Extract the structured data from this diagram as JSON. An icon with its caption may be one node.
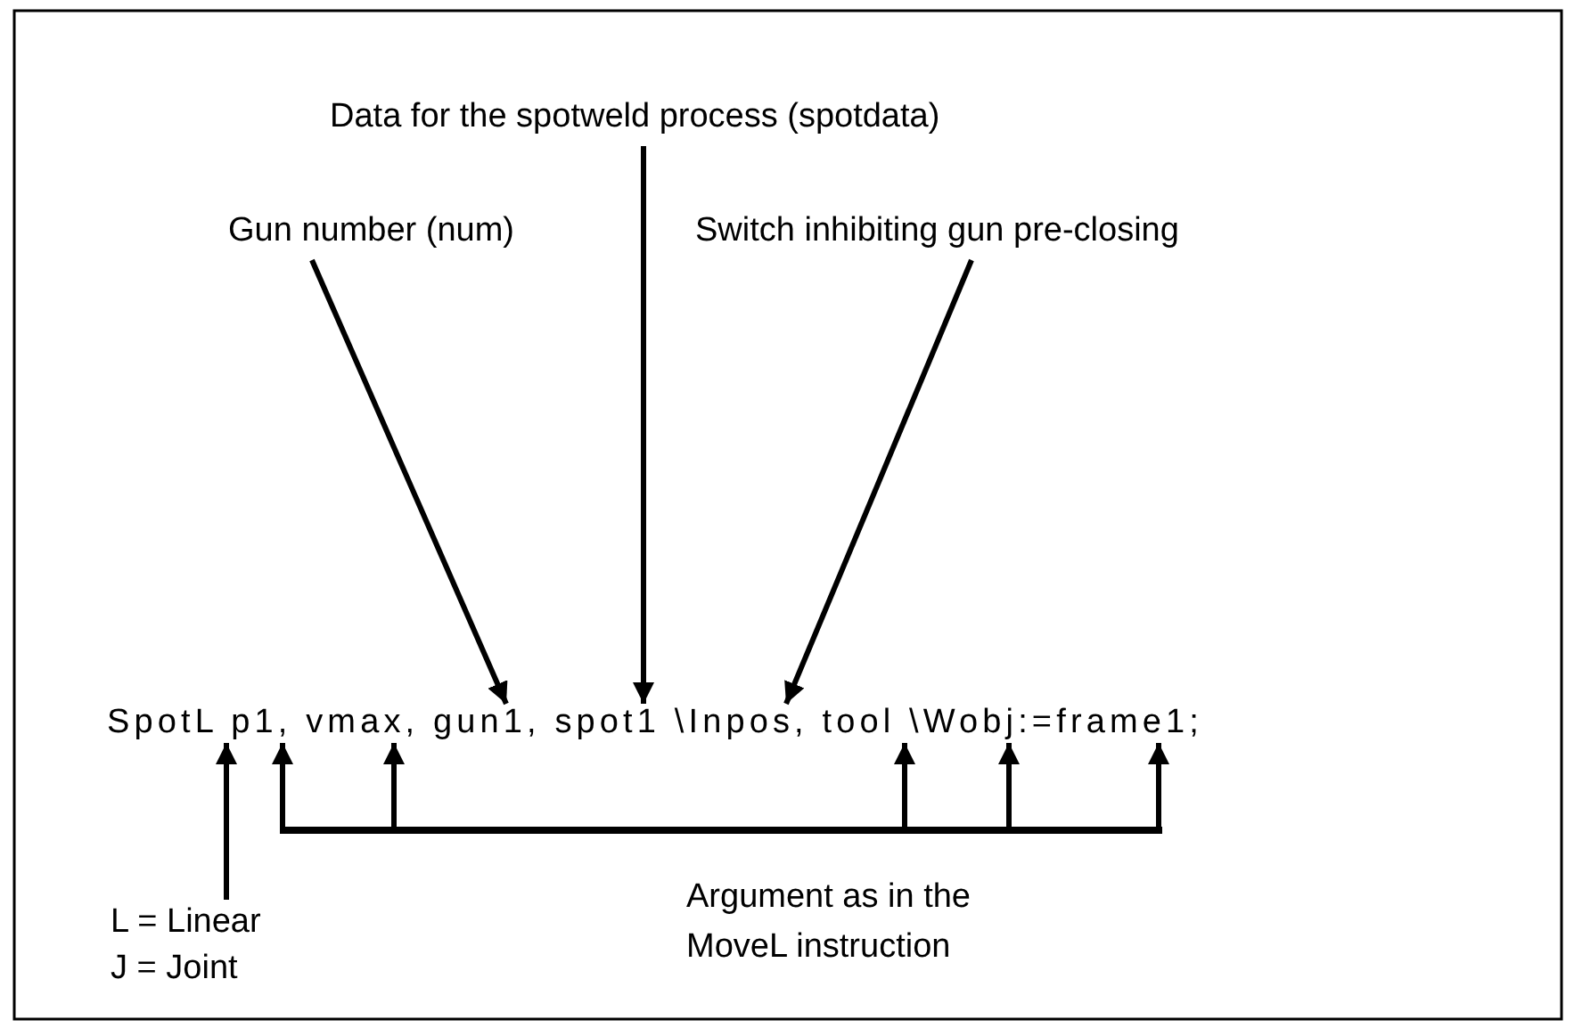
{
  "diagram": {
    "nodes": [
      {
        "text": [
          "Data for the spotweld process (spotdata)"
        ]
      },
      {
        "text": [
          "Gun number (num)"
        ]
      },
      {
        "text": [
          "Switch inhibiting gun pre-closing"
        ]
      },
      {
        "text": [
          "SpotL p1, vmax, gun1, spot1 \\Inpos, tool \\Wobj:=frame1;"
        ]
      },
      {
        "text": [
          "L = Linear",
          "J = Joint"
        ]
      },
      {
        "text": [],
        "shape": "bar",
        "beside": [
          "Argument as in the MoveL instruction"
        ]
      }
    ],
    "edges": [
      {
        "from": 1,
        "to": 3,
        "arrow": "to"
      },
      {
        "from": 0,
        "to": 3,
        "arrow": "to"
      },
      {
        "from": 2,
        "to": 3,
        "arrow": "to"
      },
      {
        "from": 4,
        "to": 3,
        "arrow": "to"
      },
      {
        "from": 5,
        "to": 3,
        "arrow": "to"
      },
      {
        "from": 5,
        "to": 3,
        "arrow": "to"
      },
      {
        "from": 5,
        "to": 3,
        "arrow": "to"
      },
      {
        "from": 5,
        "to": 3,
        "arrow": "to"
      },
      {
        "from": 5,
        "to": 3,
        "arrow": "to"
      }
    ]
  }
}
